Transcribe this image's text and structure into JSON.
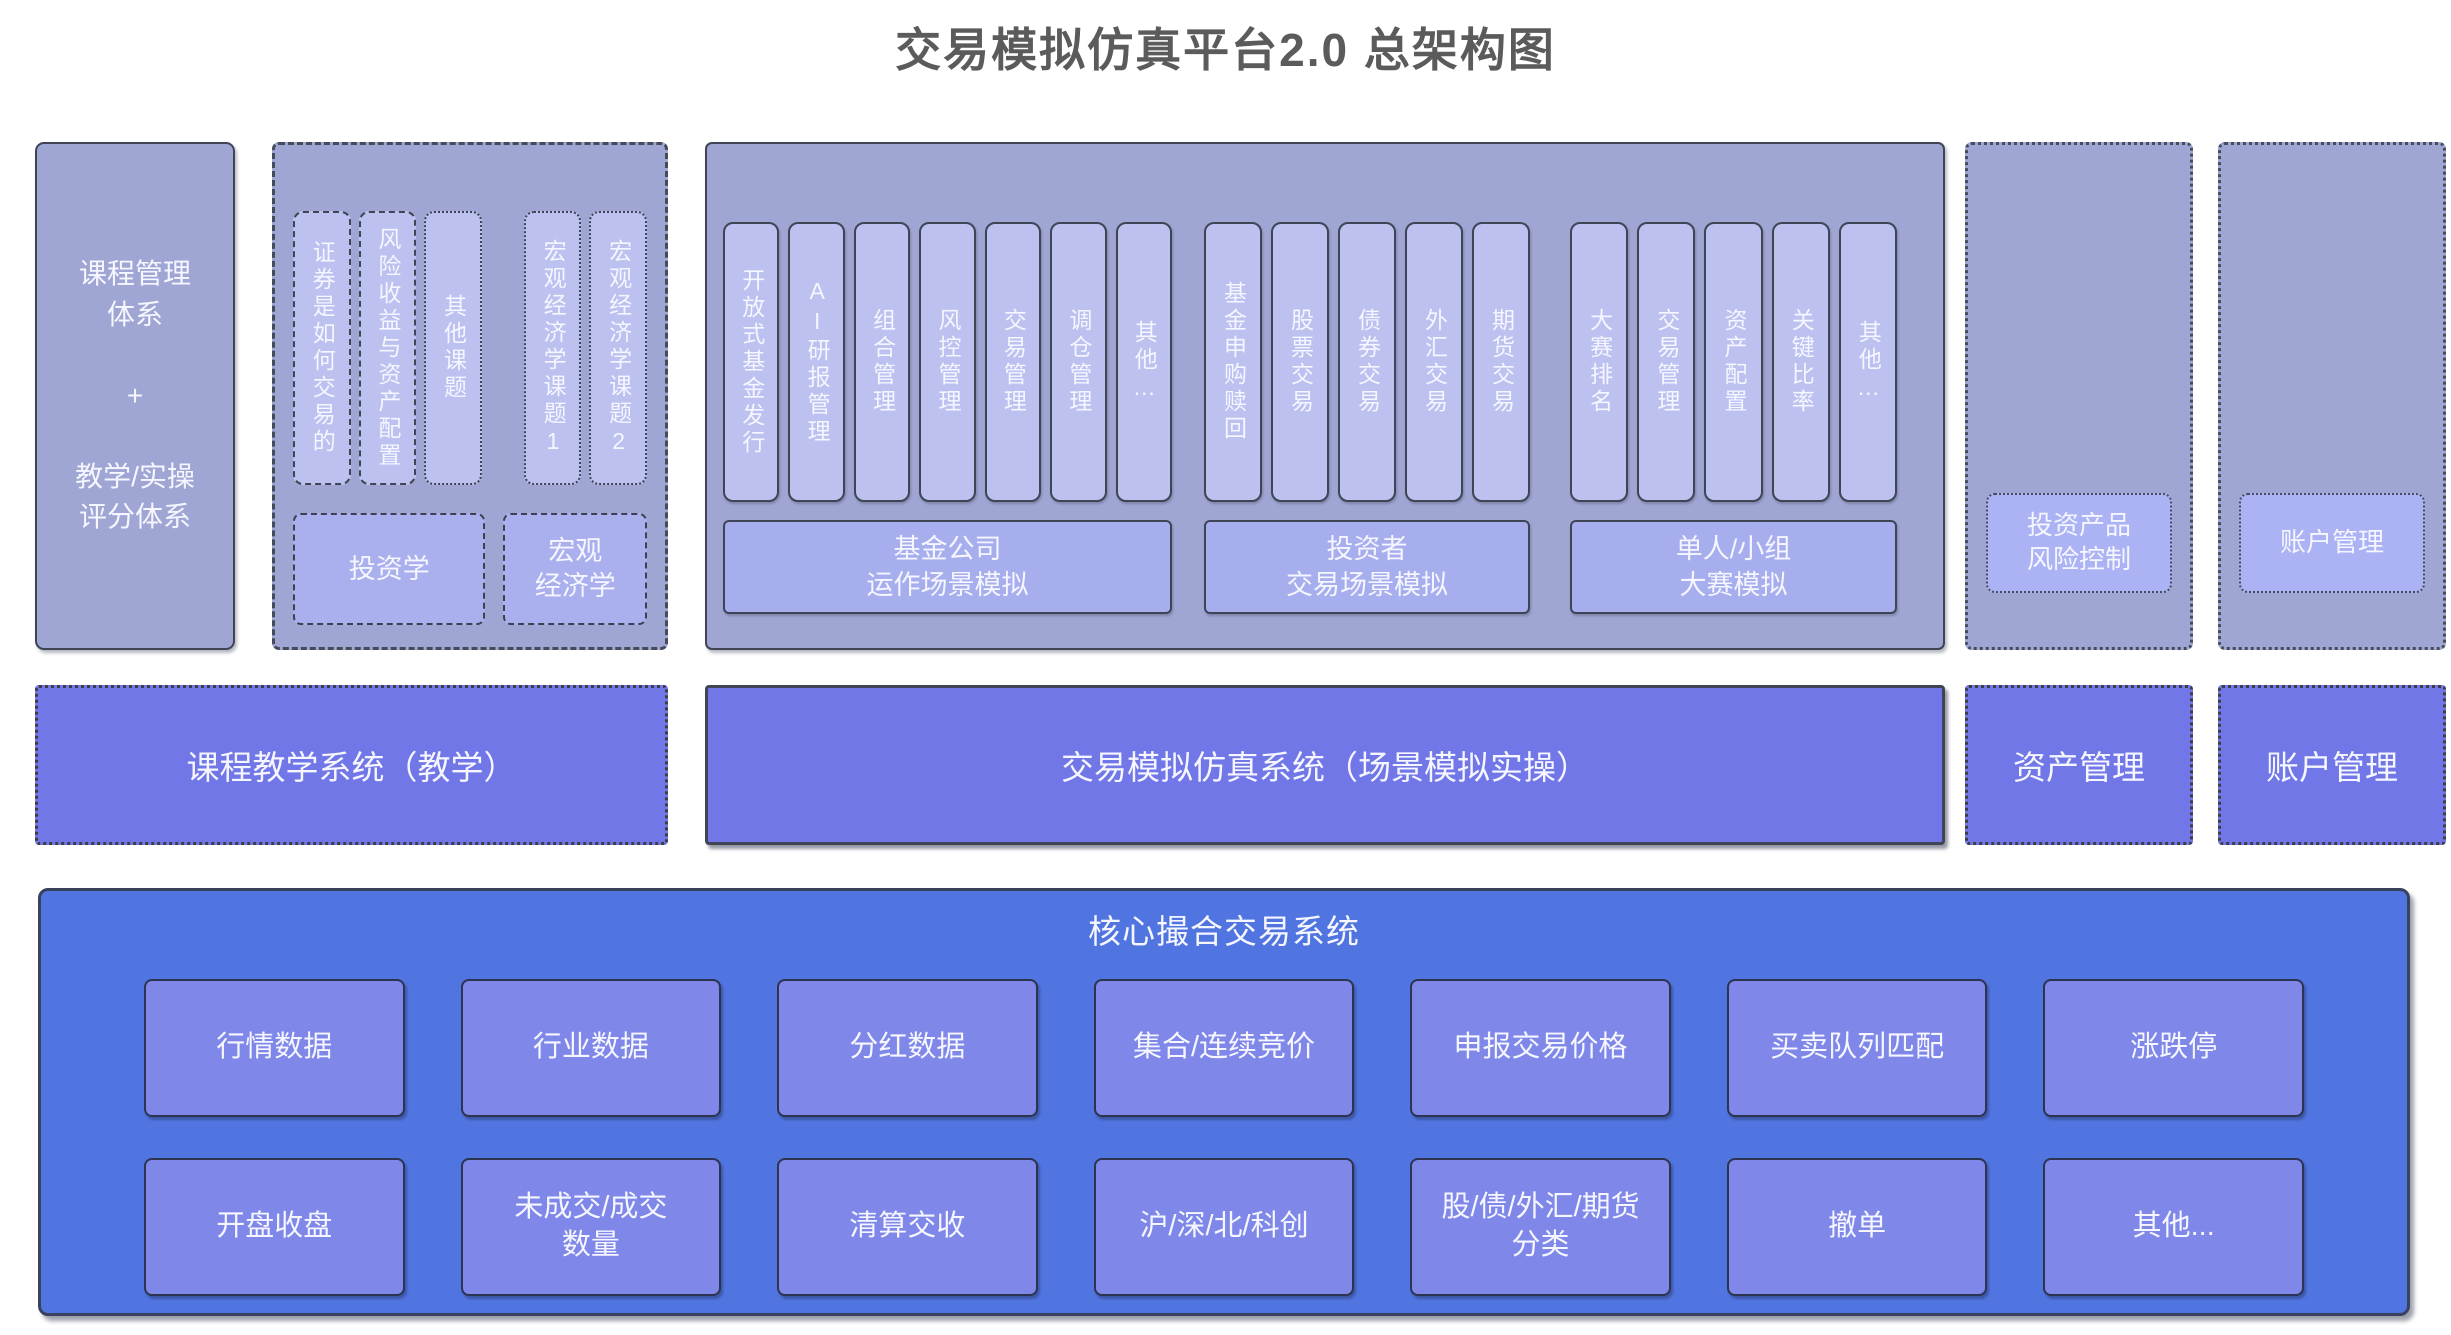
{
  "palette": {
    "group-fill": "#a0a6d3",
    "pill-fill": "#bcc1f0",
    "footer-fill": "#a7aeee",
    "course-fill": "#aab0ee",
    "side-inner-fill": "#acb3f4",
    "mid-fill": "#7177e7",
    "bottom-fill": "#5074e0",
    "cell-fill": "#7f88e9",
    "title-color": "#5b5b5b",
    "text-light": "#f5f6ff"
  },
  "title": "交易模拟仿真平台2.0 总架构图",
  "top": {
    "course_column": {
      "label": "课程管理\n体系\n\n+\n\n教学/实操\n评分体系"
    },
    "course_group": {
      "topics": [
        {
          "label": "证券是如何交易的",
          "border": "dashed"
        },
        {
          "label": "风险收益与资产配置",
          "border": "dashed"
        },
        {
          "label": "其他课题",
          "border": "dotted"
        },
        {
          "label": "宏观经济学课题1",
          "border": "dotted"
        },
        {
          "label": "宏观经济学课题2",
          "border": "dotted"
        }
      ],
      "courses": [
        {
          "label": "投资学"
        },
        {
          "label": "宏观\n经济学"
        }
      ]
    },
    "simulation_group": {
      "clusters": [
        {
          "pills": [
            "开放式基金发行",
            "AI研报管理",
            "组合管理",
            "风控管理",
            "交易管理",
            "调仓管理",
            "其他…"
          ],
          "footer": "基金公司\n运作场景模拟"
        },
        {
          "pills": [
            "基金申购赎回",
            "股票交易",
            "债券交易",
            "外汇交易",
            "期货交易"
          ],
          "footer": "投资者\n交易场景模拟"
        },
        {
          "pills": [
            "大赛排名",
            "交易管理",
            "资产配置",
            "关键比率",
            "其他…"
          ],
          "footer": "单人/小组\n大赛模拟"
        }
      ]
    },
    "risk_group": {
      "box_label": "投资产品\n风险控制"
    },
    "account_group": {
      "box_label": "账户管理"
    }
  },
  "middle": {
    "systems": [
      {
        "label": "课程教学系统（教学）"
      },
      {
        "label": "交易模拟仿真系统（场景模拟实操）"
      },
      {
        "label": "资产管理"
      },
      {
        "label": "账户管理"
      }
    ]
  },
  "bottom": {
    "title": "核心撮合交易系统",
    "rows": [
      [
        "行情数据",
        "行业数据",
        "分红数据",
        "集合/连续竞价",
        "申报交易价格",
        "买卖队列匹配",
        "涨跌停"
      ],
      [
        "开盘收盘",
        "未成交/成交\n数量",
        "清算交收",
        "沪/深/北/科创",
        "股/债/外汇/期货\n分类",
        "撤单",
        "其他..."
      ]
    ]
  }
}
